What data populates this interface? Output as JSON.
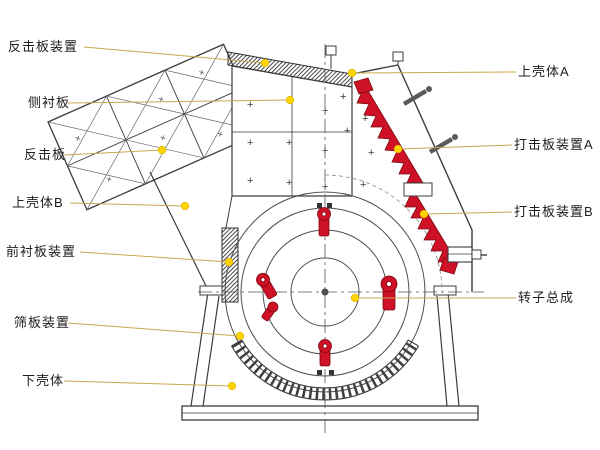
{
  "colors": {
    "part_red": "#ce1126",
    "part_red_dark": "#7a0a10",
    "dot_yellow": "#ffd400",
    "dot_edge": "#d9b200",
    "leader_line": "#c9a84c",
    "outline": "#3c3c3c",
    "background": "#ffffff"
  },
  "symbols": {
    "cross": "×",
    "plus": "+"
  },
  "labels": {
    "left": [
      {
        "text": "反击板装置"
      },
      {
        "text": "侧衬板"
      },
      {
        "text": "反击板"
      },
      {
        "text": "上壳体B"
      },
      {
        "text": "前衬板装置"
      },
      {
        "text": "筛板装置"
      },
      {
        "text": "下壳体"
      }
    ],
    "right": [
      {
        "text": "上壳体A"
      },
      {
        "text": "打击板装置A"
      },
      {
        "text": "打击板装置B"
      },
      {
        "text": "转子总成"
      }
    ]
  }
}
